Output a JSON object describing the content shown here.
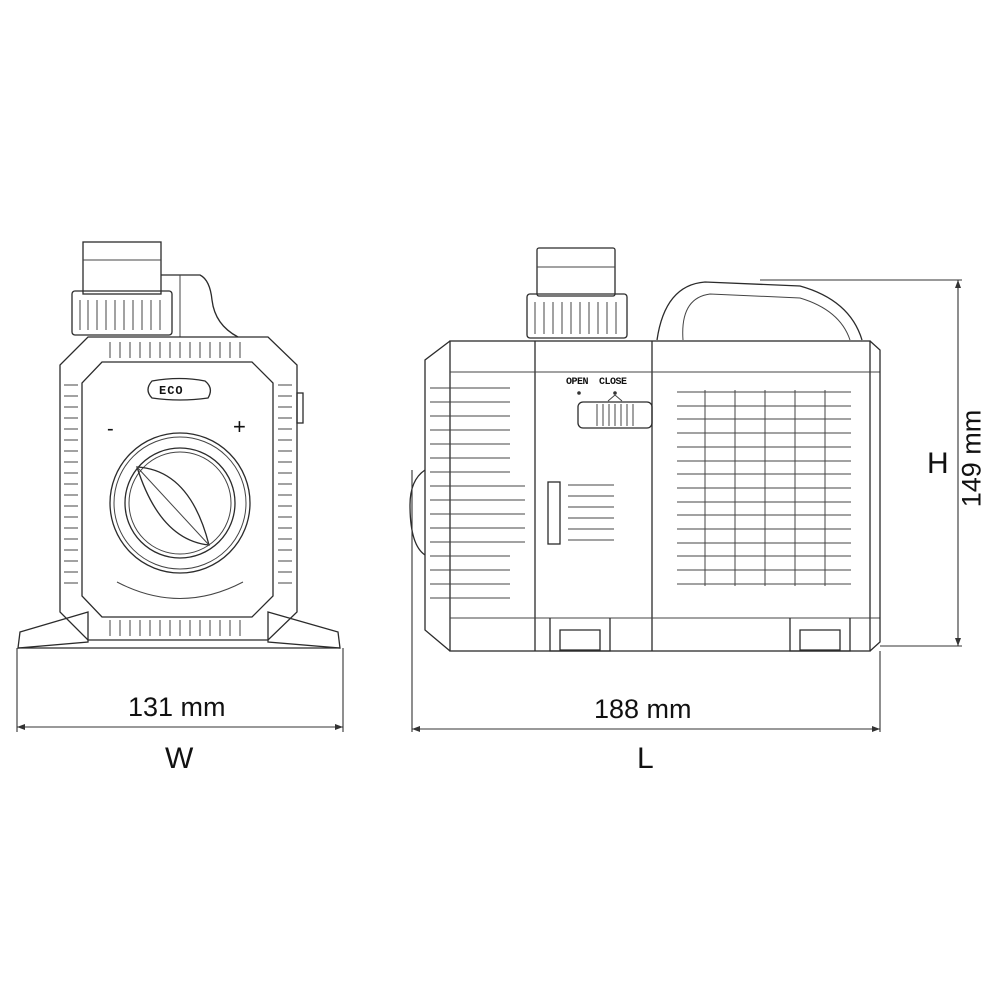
{
  "diagram": {
    "subject": "Pump dimension drawing",
    "front_view": {
      "badge_text": "ECO",
      "minus_label": "-",
      "plus_label": "+",
      "width_value": "131 mm",
      "width_axis": "W"
    },
    "side_view": {
      "switch_open_label": "OPEN",
      "switch_close_label": "CLOSE",
      "length_value": "188 mm",
      "length_axis": "L",
      "height_value": "149 mm",
      "height_axis": "H"
    }
  }
}
